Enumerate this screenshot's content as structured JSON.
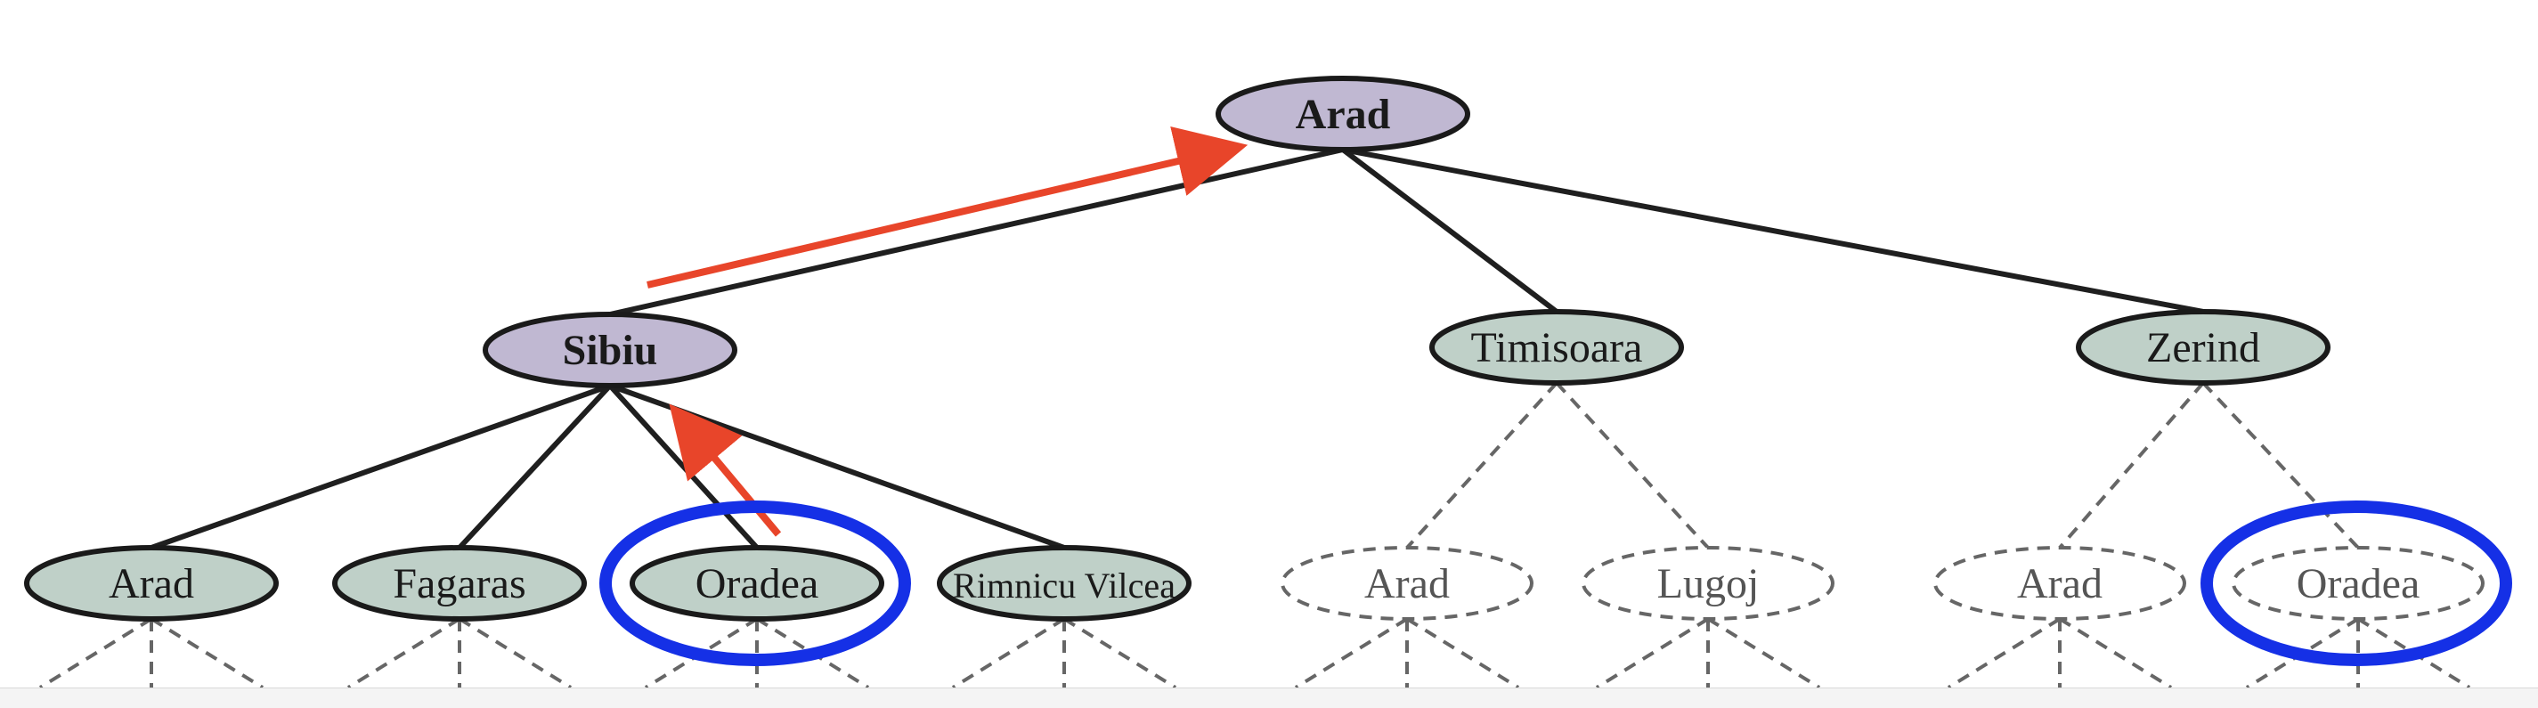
{
  "tree": {
    "root": {
      "label": "Arad",
      "state": "expanded"
    },
    "level1": [
      {
        "label": "Sibiu",
        "state": "expanded"
      },
      {
        "label": "Timisoara",
        "state": "frontier"
      },
      {
        "label": "Zerind",
        "state": "frontier"
      }
    ],
    "level2": [
      {
        "label": "Arad",
        "parent": "Sibiu",
        "state": "frontier"
      },
      {
        "label": "Fagaras",
        "parent": "Sibiu",
        "state": "frontier"
      },
      {
        "label": "Oradea",
        "parent": "Sibiu",
        "state": "frontier",
        "highlighted": true
      },
      {
        "label": "Rimnicu Vilcea",
        "parent": "Sibiu",
        "state": "frontier"
      },
      {
        "label": "Arad",
        "parent": "Timisoara",
        "state": "unexplored"
      },
      {
        "label": "Lugoj",
        "parent": "Timisoara",
        "state": "unexplored"
      },
      {
        "label": "Arad",
        "parent": "Zerind",
        "state": "unexplored"
      },
      {
        "label": "Oradea",
        "parent": "Zerind",
        "state": "unexplored",
        "highlighted": true
      }
    ],
    "back_arrows": [
      {
        "from": "Oradea",
        "to": "Sibiu"
      },
      {
        "from": "Sibiu",
        "to": "Arad"
      }
    ]
  },
  "colors": {
    "expanded_fill": "#c0b8d2",
    "frontier_fill": "#bfd0c8",
    "unexplored_fill": "#ffffff",
    "node_stroke": "#1a1a1a",
    "dashed_stroke": "#666666",
    "edge": "#1f1f1f",
    "arrow": "#e8452a",
    "highlight_ring": "#1530e6"
  }
}
